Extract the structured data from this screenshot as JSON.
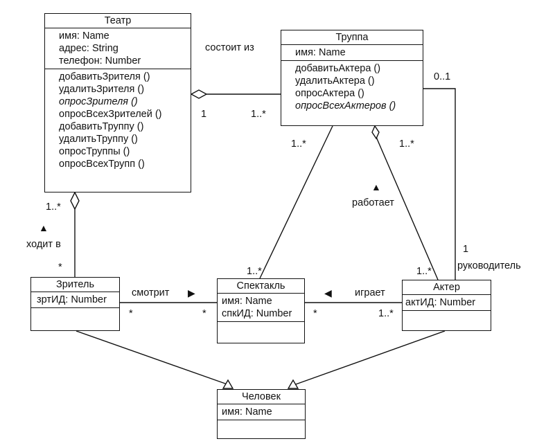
{
  "classes": {
    "theatre": {
      "name": "Театр",
      "attributes": [
        "имя: Name",
        "адрес: String",
        "телефон: Number"
      ],
      "operations": [
        "добавитьЗрителя ()",
        "удалитьЗрителя ()",
        "опросЗрителя ()",
        "опросВсехЗрителей ()",
        "добавитьТруппу ()",
        "удалитьТруппу ()",
        "опросТруппы ()",
        "опросВсехТрупп ()"
      ],
      "italic_ops": [
        2
      ]
    },
    "troupe": {
      "name": "Труппа",
      "attributes": [
        "имя: Name"
      ],
      "operations": [
        "добавитьАктера ()",
        "удалитьАктера ()",
        "опросАктера ()",
        "опросВсехАктеров ()"
      ],
      "italic_ops": [
        3
      ]
    },
    "viewer": {
      "name": "Зритель",
      "attributes": [
        "зртИД: Number"
      ]
    },
    "performance": {
      "name": "Спектакль",
      "attributes": [
        "имя: Name",
        "спкИД: Number"
      ]
    },
    "actor": {
      "name": "Актер",
      "attributes": [
        "актИД: Number"
      ]
    },
    "human": {
      "name": "Человек",
      "attributes": [
        "имя: Name"
      ]
    }
  },
  "associations": {
    "consists_of": "состоит из",
    "visits": "ходит в",
    "works": "работает",
    "watches": "смотрит",
    "plays": "играет",
    "director": "руководитель"
  },
  "multiplicities": {
    "theatre_troupe_theatre": "1",
    "theatre_troupe_troupe": "1..*",
    "theatre_viewer_theatre": "1..*",
    "theatre_viewer_viewer": "*",
    "troupe_performance_troupe": "1..*",
    "troupe_performance_performance": "1..*",
    "troupe_actor_troupe": "1..*",
    "troupe_actor_actor": "1..*",
    "director_troupe": "0..1",
    "director_actor": "1",
    "viewer_performance_viewer": "*",
    "viewer_performance_performance": "*",
    "actor_performance_performance": "*",
    "actor_performance_actor": "1..*"
  },
  "direction_arrows": {
    "up": "▲",
    "right": "▶",
    "left": "◀"
  }
}
